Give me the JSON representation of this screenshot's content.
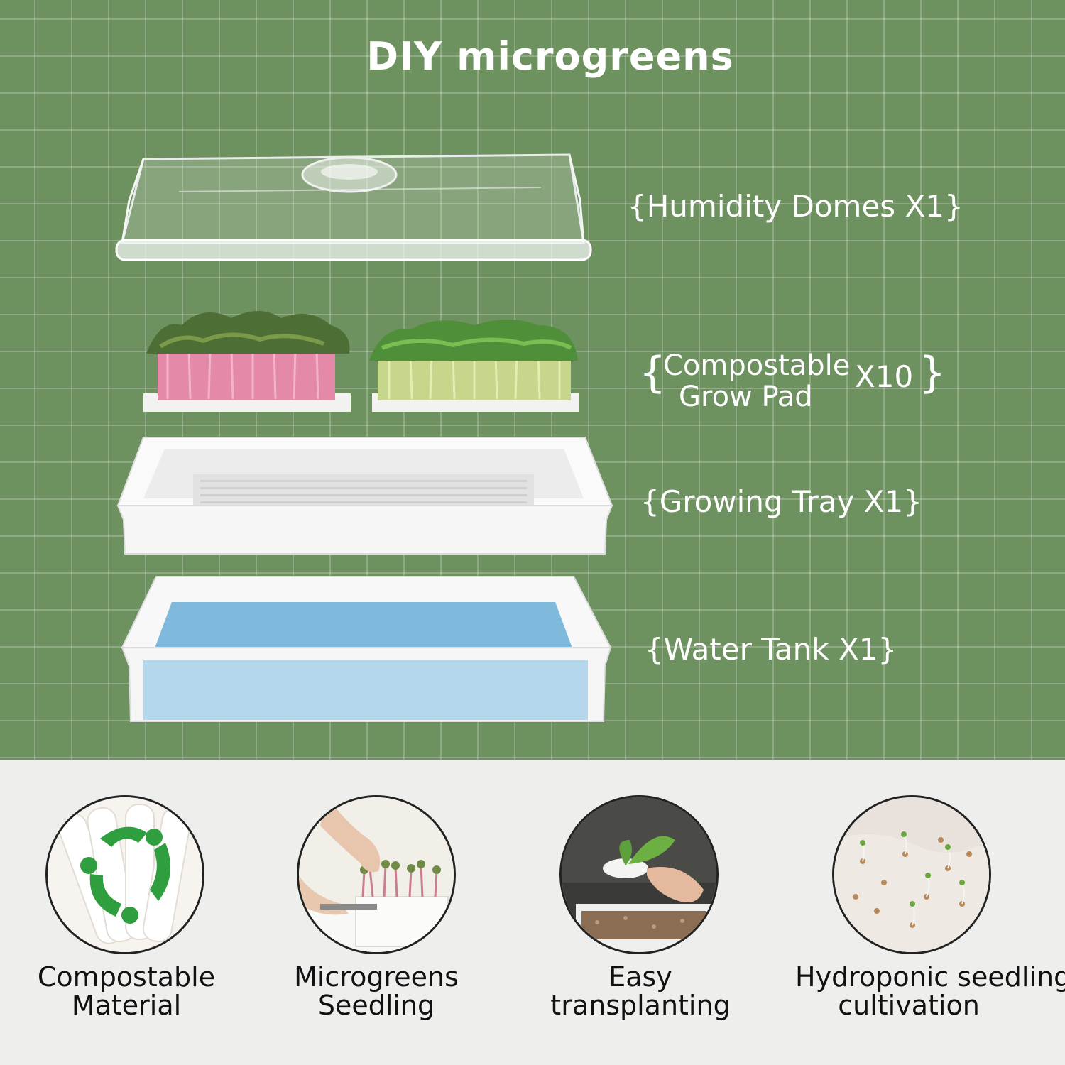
{
  "title": "DIY microgreens",
  "parts": {
    "dome_label": "{Humidity Domes X1}",
    "pad_brace_open": "{",
    "pad_line1": "Compostable",
    "pad_line2": "Grow Pad",
    "pad_qty": "X10",
    "pad_brace_close": "}",
    "tray_label": "{Growing Tray X1}",
    "tank_label": "{Water Tank X1}"
  },
  "features": [
    {
      "line1": "Compostable",
      "line2": "Material",
      "icon": "recycle-leaf-icon"
    },
    {
      "line1": "Microgreens",
      "line2": "Seedling",
      "icon": "harvest-photo"
    },
    {
      "line1": "Easy",
      "line2": "transplanting",
      "icon": "transplant-photo"
    },
    {
      "line1": "Hydroponic seedling",
      "line2": "cultivation",
      "icon": "sprouting-seeds-photo"
    }
  ],
  "colors": {
    "background_green": "#6e9160",
    "bottom_panel": "#eeeeec",
    "water_blue": "#7fb9dc",
    "recycle_green": "#2e9e3e"
  }
}
